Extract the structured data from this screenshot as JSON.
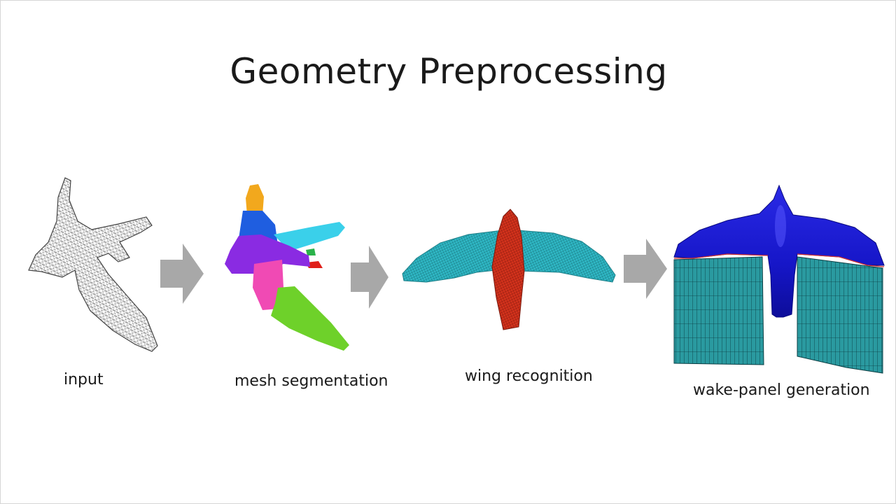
{
  "slide": {
    "title": "Geometry Preprocessing"
  },
  "stages": [
    {
      "label": "input"
    },
    {
      "label": "mesh segmentation"
    },
    {
      "label": "wing recognition"
    },
    {
      "label": "wake-panel generation"
    }
  ],
  "colors": {
    "arrow": "#a8a8a8",
    "segment_orange": "#f2a81d",
    "segment_blue": "#1f5ee0",
    "segment_cyan": "#3ad0ea",
    "segment_purple": "#8a2be2",
    "segment_pink": "#f04ab4",
    "segment_green": "#6ed12a",
    "segment_red": "#e0201a",
    "wing_teal": "#2fb7c4",
    "body_red": "#d2321c",
    "wake_blue": "#1616c8",
    "wake_panel": "#2a9aa0"
  }
}
